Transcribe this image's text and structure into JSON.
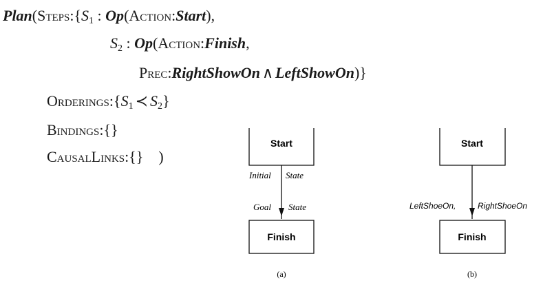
{
  "plan": {
    "keyword": "Plan",
    "open_paren": "(",
    "steps_label": "Steps:",
    "open_brace": "{",
    "close_brace_paren": "})",
    "step1": {
      "name": "S",
      "sub": "1",
      "colon": " : ",
      "op": "Op",
      "open": "(",
      "action_label": "Action:",
      "action_value": "Start",
      "close": "),"
    },
    "step2": {
      "name": "S",
      "sub": "2",
      "colon": " : ",
      "op": "Op",
      "open": "(",
      "action_label": "Action:",
      "action_value": "Finish",
      "close": ","
    },
    "prec": {
      "label": "Prec:",
      "left": "RightShowOn",
      "and": "∧",
      "right": "LeftShowOn",
      "close": ")}"
    },
    "orderings": {
      "label": "Orderings:",
      "open": "{",
      "a": "S",
      "a_sub": "1",
      "prec_symbol": "≺",
      "b": "S",
      "b_sub": "2",
      "close": "}"
    },
    "bindings": {
      "label": "Bindings:",
      "value": "{}"
    },
    "causal_links": {
      "label": "CausalLinks:",
      "value": "{}",
      "close": ")"
    }
  },
  "diagram_a": {
    "start": "Start",
    "finish": "Finish",
    "label_top_left": "Initial",
    "label_top_right": "State",
    "label_bottom_left": "Goal",
    "label_bottom_right": "State",
    "caption": "(a)"
  },
  "diagram_b": {
    "start": "Start",
    "finish": "Finish",
    "label_left": "LeftShoeOn,",
    "label_right": "RightShoeOn",
    "caption": "(b)"
  }
}
